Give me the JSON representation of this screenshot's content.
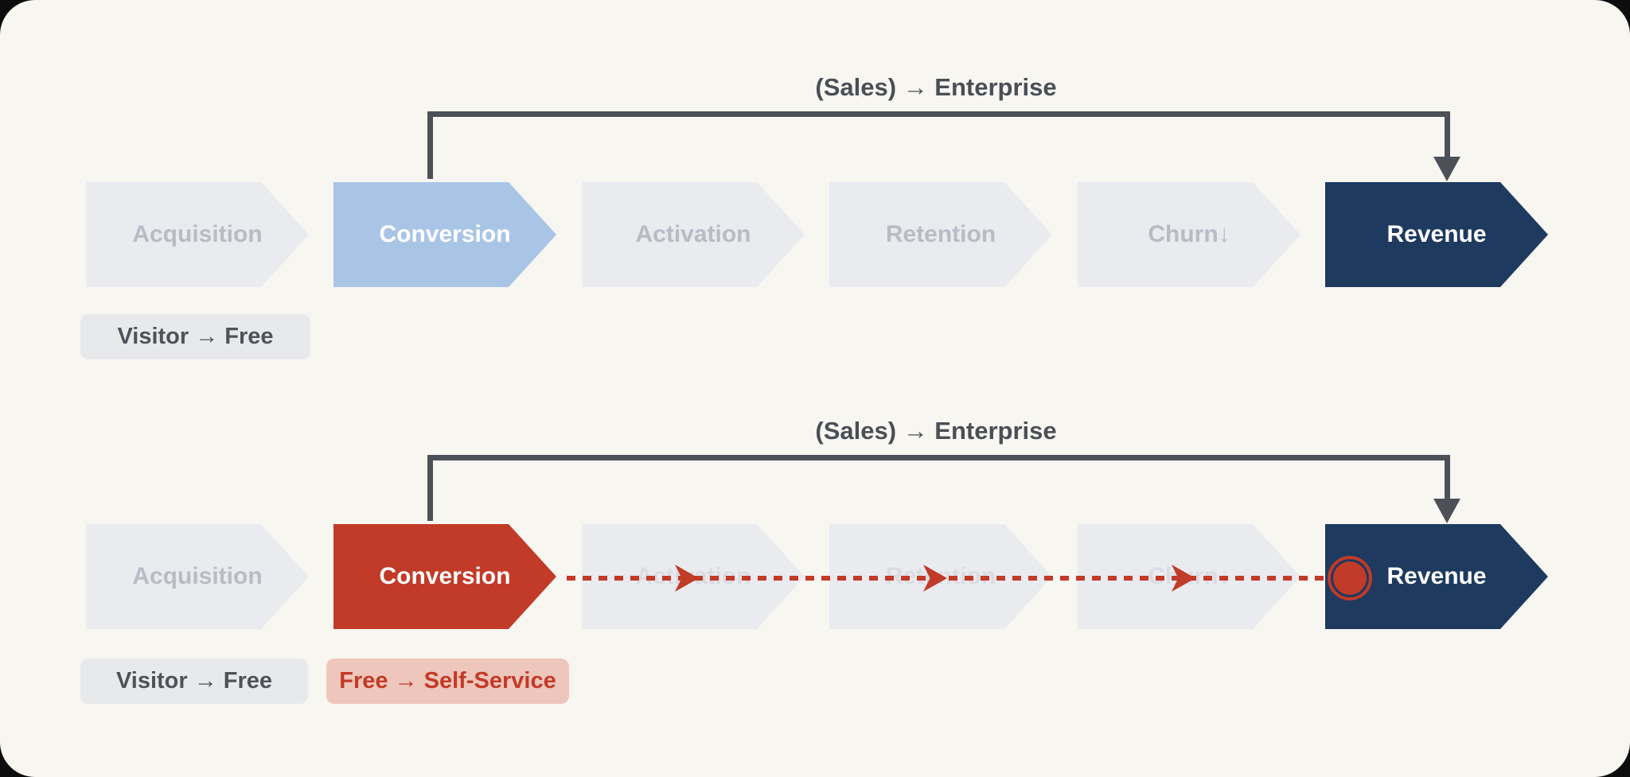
{
  "colors": {
    "background": "#f8f6f1",
    "stage_dim_fill": "#e9ebef",
    "stage_dim_text": "#b7bcc5",
    "stage_faded_text": "#d9dce2",
    "highlight_blue": "#a9c5e6",
    "highlight_red": "#c23a28",
    "revenue_navy": "#1e3a5f",
    "bracket_gray": "#4d5157",
    "pill_gray_bg": "#e8e9eb",
    "pill_red_bg": "#efc6bb"
  },
  "rows": [
    {
      "bracket_label": "(Sales) → Enterprise",
      "stages": [
        {
          "label": "Acquisition"
        },
        {
          "label": "Conversion"
        },
        {
          "label": "Activation"
        },
        {
          "label": "Retention"
        },
        {
          "label": "Churn↓"
        },
        {
          "label": "Revenue"
        }
      ],
      "pills": [
        {
          "text": "Visitor → Free"
        }
      ]
    },
    {
      "bracket_label": "(Sales) → Enterprise",
      "stages": [
        {
          "label": "Acquisition"
        },
        {
          "label": "Conversion"
        },
        {
          "label": "Activation"
        },
        {
          "label": "Retention"
        },
        {
          "label": "Churn↓"
        },
        {
          "label": "Revenue"
        }
      ],
      "pills": [
        {
          "text": "Visitor → Free"
        },
        {
          "text": "Free → Self-Service"
        }
      ]
    }
  ]
}
